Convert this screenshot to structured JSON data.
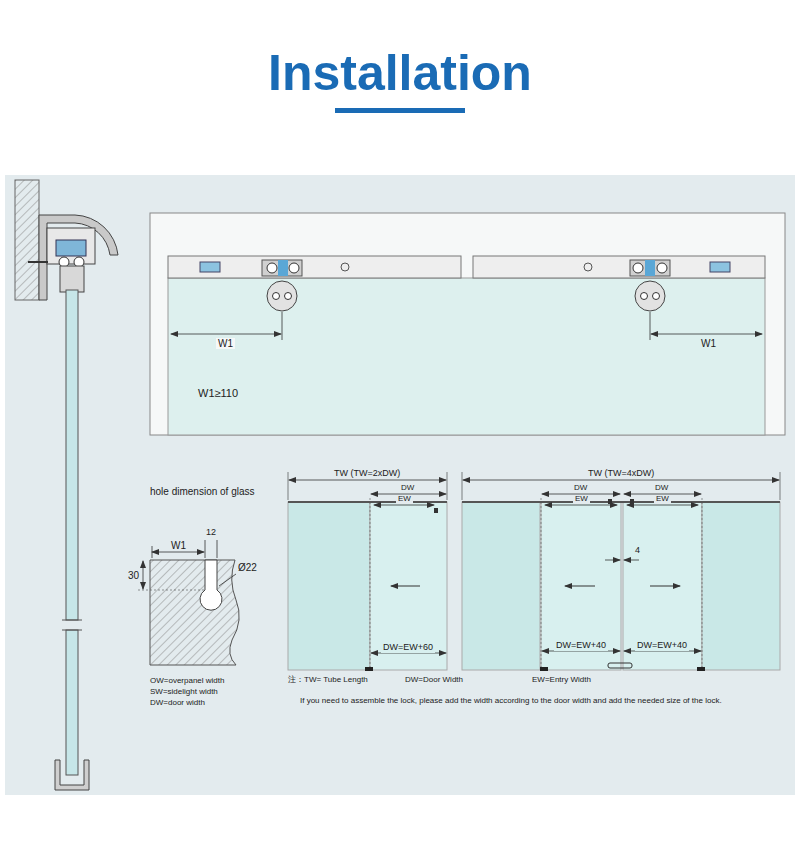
{
  "diagram": {
    "title": "Installation",
    "labels": [
      "W1",
      "W1",
      "W1≥110",
      "hole dimension of glass",
      "W1",
      "12",
      "30",
      "Ø22",
      "OW=overpanel width",
      "SW=sidelight width",
      "DW=door width",
      "TW (TW=2xDW)",
      "DW",
      "EW",
      "DW=EW+60",
      "TW (TW=4xDW)",
      "DW",
      "DW",
      "EW",
      "EW",
      "4",
      "DW=EW+40",
      "DW=EW+40",
      "注：TW= Tube Length",
      "DW=Door Width",
      "EW=Entry Width",
      "If you need to assemble the lock, please add the width according to the door width and add the needed size of the lock."
    ]
  }
}
